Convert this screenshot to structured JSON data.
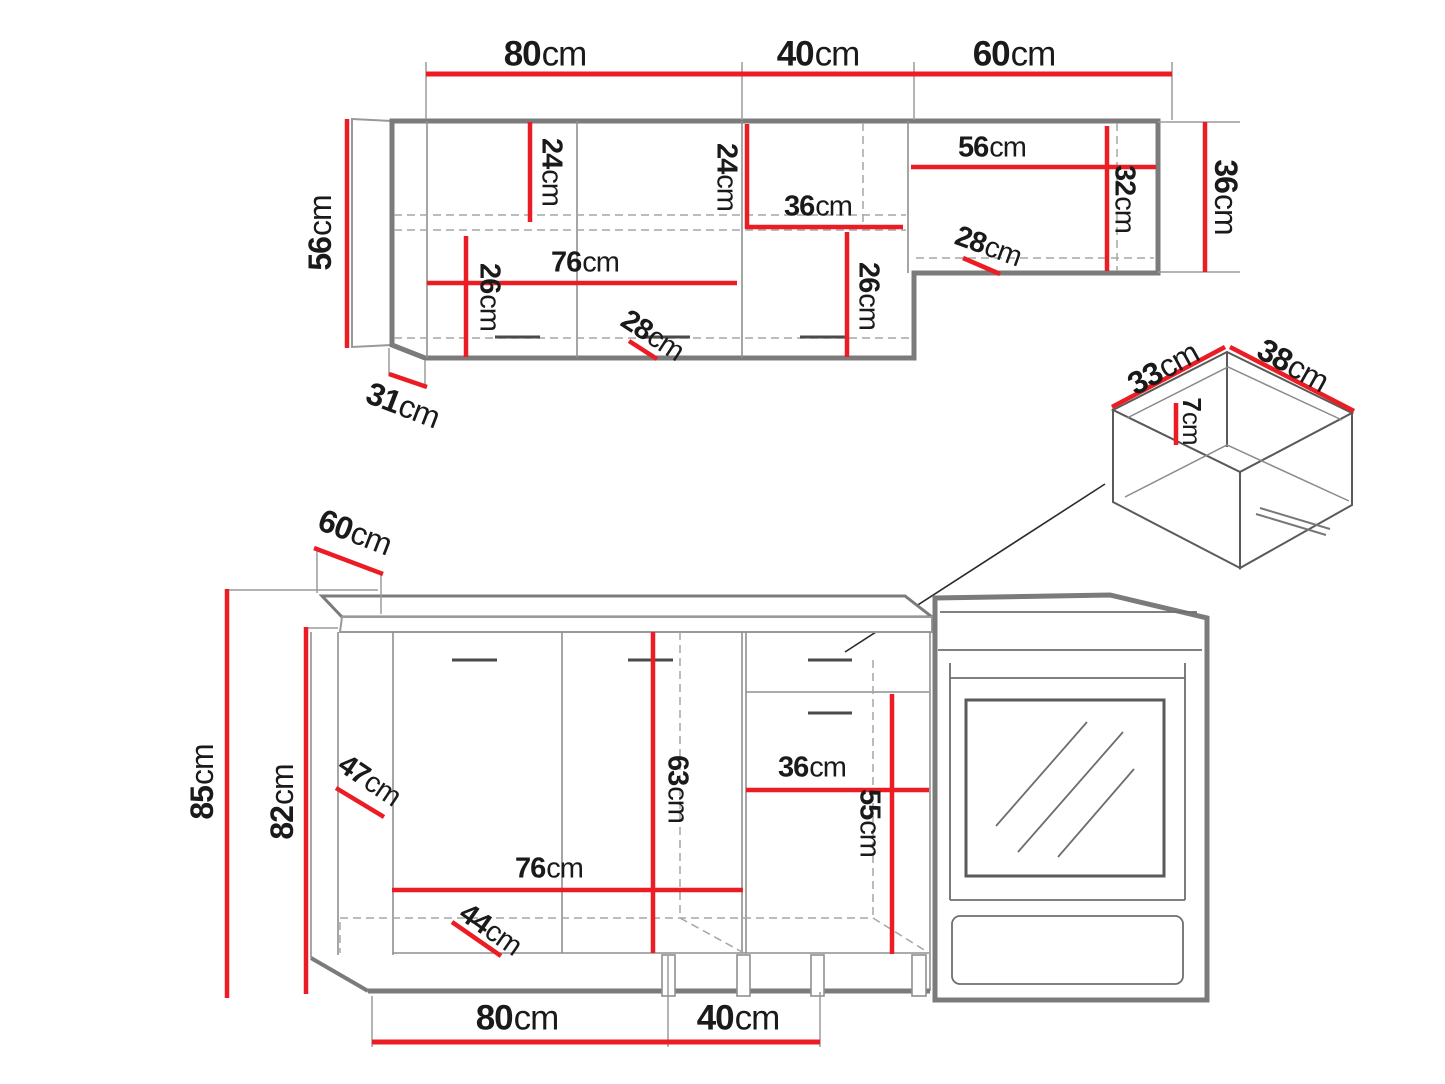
{
  "colors": {
    "dimension_red": "#ec1c24",
    "cabinet_outline_gray": "#7b7b7b",
    "thin_line_gray": "#8f8f8f",
    "dashed_line_gray": "#a6a6a6",
    "label_text": "#1a1a1a"
  },
  "dims": {
    "wall_width_80": {
      "value": "80",
      "unit": "cm"
    },
    "wall_width_40": {
      "value": "40",
      "unit": "cm"
    },
    "wall_width_60": {
      "value": "60",
      "unit": "cm"
    },
    "wall_height_56": {
      "value": "56",
      "unit": "cm"
    },
    "wall_side_31": {
      "value": "31",
      "unit": "cm"
    },
    "wall_inner_24_left": {
      "value": "24",
      "unit": "cm"
    },
    "wall_inner_24_mid": {
      "value": "24",
      "unit": "cm"
    },
    "wall_inner_36_mid": {
      "value": "36",
      "unit": "cm"
    },
    "wall_inner_56_right": {
      "value": "56",
      "unit": "cm"
    },
    "wall_inner_32": {
      "value": "32",
      "unit": "cm"
    },
    "wall_inner_28_right": {
      "value": "28",
      "unit": "cm"
    },
    "wall_inner_26_left": {
      "value": "26",
      "unit": "cm"
    },
    "wall_inner_76": {
      "value": "76",
      "unit": "cm"
    },
    "wall_inner_28_bottom": {
      "value": "28",
      "unit": "cm"
    },
    "wall_inner_26_mid": {
      "value": "26",
      "unit": "cm"
    },
    "wall_height_36_right": {
      "value": "36",
      "unit": "cm"
    },
    "drawer_33": {
      "value": "33",
      "unit": "cm"
    },
    "drawer_38": {
      "value": "38",
      "unit": "cm"
    },
    "drawer_7": {
      "value": "7",
      "unit": "cm"
    },
    "base_depth_60": {
      "value": "60",
      "unit": "cm"
    },
    "base_height_85": {
      "value": "85",
      "unit": "cm"
    },
    "base_height_82": {
      "value": "82",
      "unit": "cm"
    },
    "base_side_47": {
      "value": "47",
      "unit": "cm"
    },
    "base_inner_63": {
      "value": "63",
      "unit": "cm"
    },
    "base_inner_36": {
      "value": "36",
      "unit": "cm"
    },
    "base_inner_55": {
      "value": "55",
      "unit": "cm"
    },
    "base_inner_76": {
      "value": "76",
      "unit": "cm"
    },
    "base_inner_44": {
      "value": "44",
      "unit": "cm"
    },
    "base_width_80": {
      "value": "80",
      "unit": "cm"
    },
    "base_width_40": {
      "value": "40",
      "unit": "cm"
    }
  }
}
